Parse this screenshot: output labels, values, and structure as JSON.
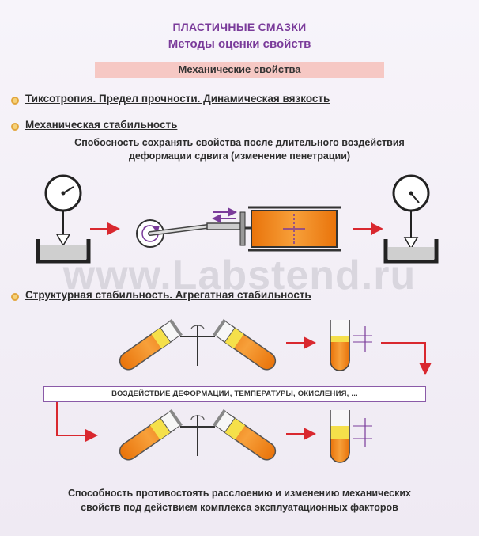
{
  "header": {
    "title": "ПЛАСТИЧНЫЕ СМАЗКИ",
    "subtitle": "Методы оценки свойств"
  },
  "band": {
    "label": "Механические свойства"
  },
  "sections": [
    {
      "label": "Тиксотропия. Предел прочности. Динамическая вязкость"
    },
    {
      "label": "Механическая стабильность"
    },
    {
      "label": "Структурная стабильность. Агрегатная стабильность"
    }
  ],
  "mechanical_description": {
    "line1": "Спобосность сохранять свойства после длительного воздействия",
    "line2": "деформации сдвига (изменение пенетрации)"
  },
  "influence_banner": {
    "label": "ВОЗДЕЙСТВИЕ ДЕФОРМАЦИИ, ТЕМПЕРАТУРЫ, ОКИСЛЕНИЯ, ..."
  },
  "footer": {
    "line1": "Способность противостоять расслоению и изменению механических",
    "line2": "свойств под действием комплекса эксплуатационных факторов"
  },
  "watermark": {
    "text": "www.Labstend.ru"
  },
  "colors": {
    "accent_purple": "#7a3b9a",
    "grease_orange": "#f08a1a",
    "grease_yellow": "#f5e04a",
    "arrow_red": "#d9282f",
    "band_pink": "#f6c8c4"
  }
}
